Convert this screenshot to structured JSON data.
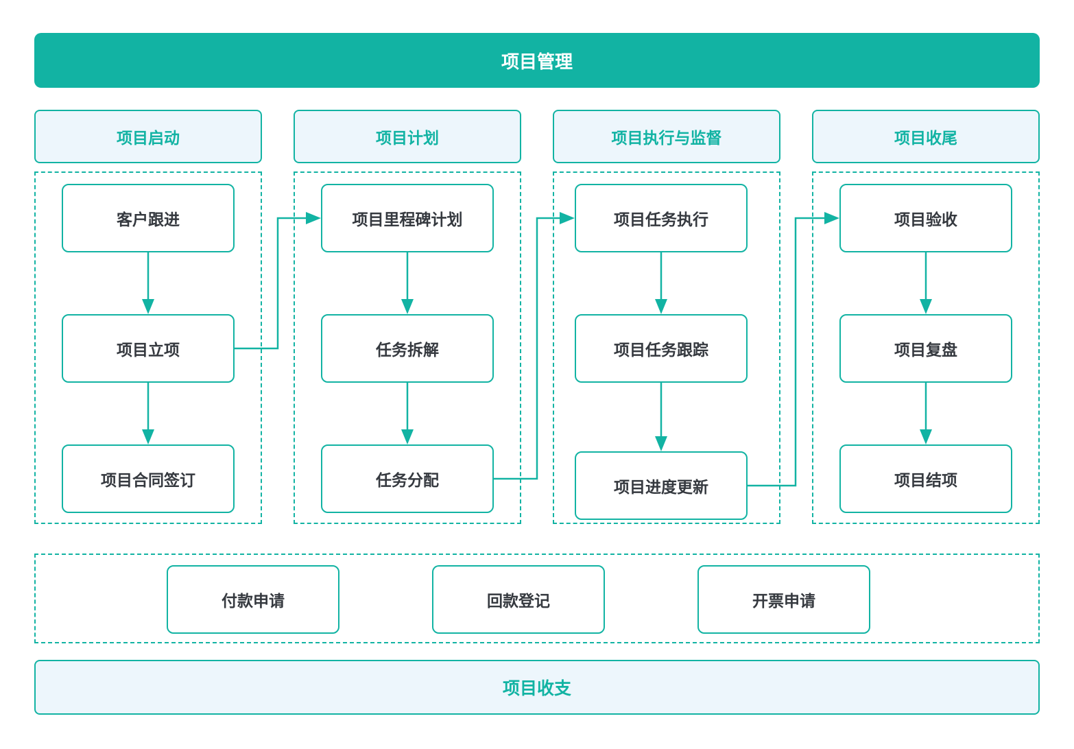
{
  "title": "项目管理",
  "stages": [
    {
      "header": "项目启动",
      "nodes": [
        {
          "label": "客户跟进"
        },
        {
          "label": "项目立项"
        },
        {
          "label": "项目合同签订"
        }
      ]
    },
    {
      "header": "项目计划",
      "nodes": [
        {
          "label": "项目里程碑计划"
        },
        {
          "label": "任务拆解"
        },
        {
          "label": "任务分配"
        }
      ]
    },
    {
      "header": "项目执行与监督",
      "nodes": [
        {
          "label": "项目任务执行"
        },
        {
          "label": "项目任务跟踪"
        },
        {
          "label": "项目进度更新"
        }
      ]
    },
    {
      "header": "项目收尾",
      "nodes": [
        {
          "label": "项目验收"
        },
        {
          "label": "项目复盘"
        },
        {
          "label": "项目结项"
        }
      ]
    }
  ],
  "finance": {
    "nodes": [
      {
        "label": "付款申请"
      },
      {
        "label": "回款登记"
      },
      {
        "label": "开票申请"
      }
    ]
  },
  "footer": {
    "title": "项目收支"
  },
  "edges": [
    {
      "from": "客户跟进",
      "to": "项目立项"
    },
    {
      "from": "项目立项",
      "to": "项目合同签订"
    },
    {
      "from": "项目立项",
      "to": "项目里程碑计划"
    },
    {
      "from": "项目里程碑计划",
      "to": "任务拆解"
    },
    {
      "from": "任务拆解",
      "to": "任务分配"
    },
    {
      "from": "任务分配",
      "to": "项目任务执行"
    },
    {
      "from": "项目任务执行",
      "to": "项目任务跟踪"
    },
    {
      "from": "项目任务跟踪",
      "to": "项目进度更新"
    },
    {
      "from": "项目进度更新",
      "to": "项目验收"
    },
    {
      "from": "项目验收",
      "to": "项目复盘"
    },
    {
      "from": "项目复盘",
      "to": "项目结项"
    }
  ],
  "colors": {
    "teal": "#12B3A3",
    "panel_fill": "#EDF6FC",
    "node_text": "#35393F",
    "banner_text": "#FFFFFF"
  }
}
